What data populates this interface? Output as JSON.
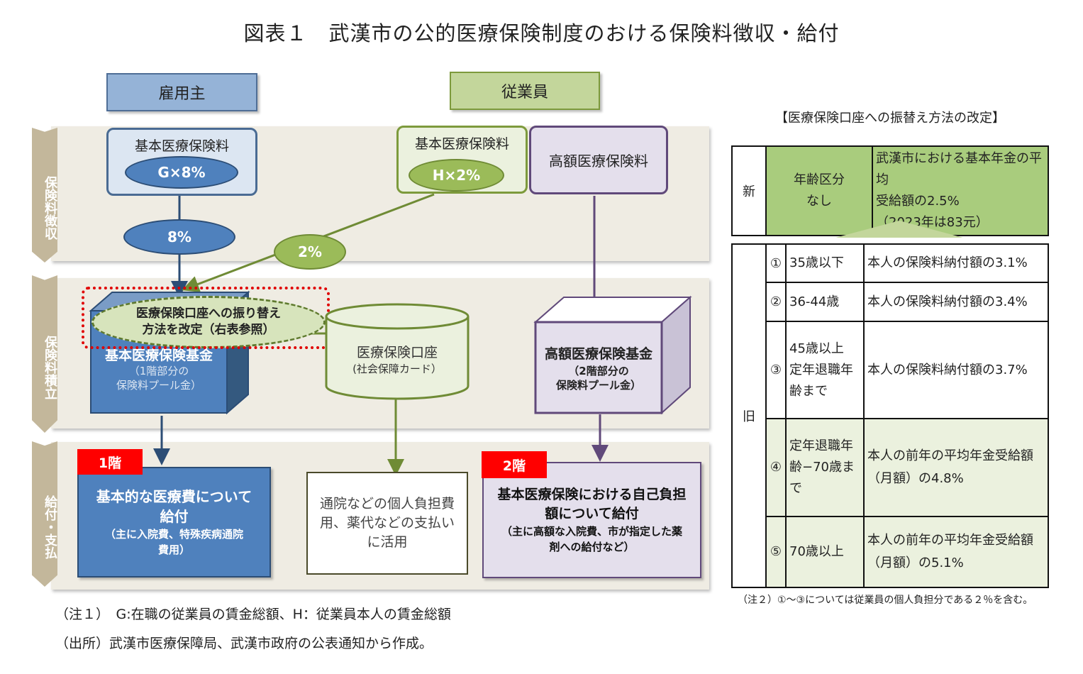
{
  "title": "図表１　武漢市の公的医療保険制度のおける保険料徴収・給付",
  "side_labels": {
    "collection": "保険料徴収",
    "accumulation": "保険料積立",
    "benefit": "給付・支払"
  },
  "actors": {
    "employer": "雇用主",
    "employee": "従業員"
  },
  "premiums": {
    "employer_basic_label": "基本医療保険料",
    "employer_basic_rate": "G×8%",
    "employer_flow_rate": "8%",
    "employee_basic_label": "基本医療保険料",
    "employee_basic_rate": "H×2%",
    "employee_flow_rate": "2%",
    "high_amount_label": "高額医療保険料"
  },
  "funds": {
    "basic_fund_title": "基本医療保険基金",
    "basic_fund_sub1": "（1階部分の",
    "basic_fund_sub2": "保険料プール金）",
    "change_note_line1": "医療保険口座への振り替え",
    "change_note_line2": "方法を改定（右表参照）",
    "account_title": "医療保険口座",
    "account_sub": "(社会保障カード）",
    "high_fund_title": "高額医療保険基金",
    "high_fund_sub1": "（2階部分の",
    "high_fund_sub2": "保険料プール金）"
  },
  "benefits": {
    "tier1_tag": "1階",
    "tier1_line1": "基本的な医療費について",
    "tier1_line2": "給付",
    "tier1_line3": "（主に入院費、特殊疾病通院",
    "tier1_line4": "費用）",
    "personal_line1": "通院などの個人負担費",
    "personal_line2": "用、薬代などの支払い",
    "personal_line3": "に活用",
    "tier2_tag": "2階",
    "tier2_line1": "基本医療保険における自己負担",
    "tier2_line2": "額について給付",
    "tier2_line3": "（主に高額な入院費、市が指定した薬",
    "tier2_line4": "剤への給付など）"
  },
  "right_table": {
    "heading": "【医療保険口座への振替え方法の改定】",
    "new_label": "新",
    "new_age_line1": "年齢区分",
    "new_age_line2": "なし",
    "new_rate_line1": "武漢市における基本年金の平均",
    "new_rate_line2": "受給額の2.5%",
    "new_rate_line3": "（2023年は83元）",
    "old_label": "旧",
    "old_rows": [
      {
        "num": "①",
        "age": [
          "35歳以下"
        ],
        "rate": [
          "本人の保険料納付額の3.1%"
        ]
      },
      {
        "num": "②",
        "age": [
          "36-44歳"
        ],
        "rate": [
          "本人の保険料納付額の3.4%"
        ]
      },
      {
        "num": "③",
        "age": [
          "45歳以上",
          "定年退職年",
          "齢まで"
        ],
        "rate": [
          "本人の保険料納付額の3.7%"
        ]
      },
      {
        "num": "④",
        "age": [
          "定年退職年",
          "齢−70歳ま",
          "で"
        ],
        "rate": [
          "本人の前年の平均年金受給額",
          "（月額）の4.8%"
        ]
      },
      {
        "num": "⑤",
        "age": [
          "70歳以上"
        ],
        "rate": [
          "本人の前年の平均年金受給額",
          "（月額）の5.1%"
        ]
      }
    ],
    "note2": "（注２）①～③については従業員の個人負担分である２％を含む。"
  },
  "notes": {
    "note1": "（注１）　G:在職の従業員の賃金総額、H：従業員本人の賃金総額",
    "source": "（出所）武漢市医療保障局、武漢市政府の公表通知から作成。"
  },
  "colors": {
    "blue": "#4f81bd",
    "green": "#9bbb59",
    "purple": "#60497a",
    "red": "#ff0000",
    "band": "#efece3"
  }
}
